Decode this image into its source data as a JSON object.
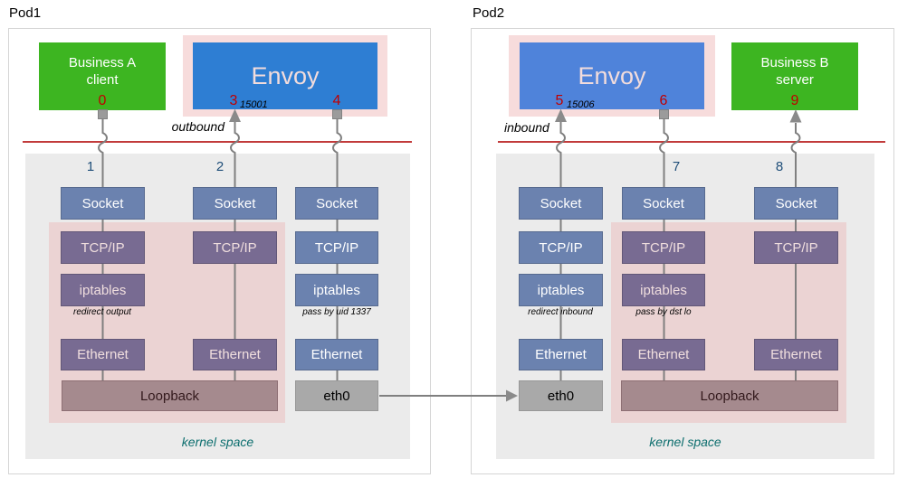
{
  "colors": {
    "green": "#3db521",
    "envoy_blue_1": "#2e7ed3",
    "envoy_blue_2": "#4f83da",
    "blue_gray": "#6b82af",
    "purple": "#786b92",
    "pink_panel": "#f7dcdc",
    "pink_kernel": "#ebd3d3",
    "loopback": "#a58a8e",
    "eth0_gray": "#a9a9a9",
    "kernel_bg": "#ebebeb",
    "red_number": "#c00000",
    "blue_number": "#1f4e79",
    "teal_text": "#0c6e6e",
    "divider_red": "#c23b3b",
    "connector": "#7f7f7f",
    "pod_border": "#d5d5d5"
  },
  "shared": {
    "socket": "Socket",
    "tcp_ip": "TCP/IP",
    "iptables": "iptables",
    "ethernet": "Ethernet",
    "loopback": "Loopback",
    "eth0": "eth0",
    "kernel_space": "kernel space",
    "envoy": "Envoy"
  },
  "pod1": {
    "title": "Pod1",
    "client_line1": "Business A",
    "client_line2": "client",
    "client_num": "0",
    "envoy_num_left": "3",
    "envoy_port": "15001",
    "envoy_num_right": "4",
    "direction_label": "outbound",
    "step1": "1",
    "step2": "2",
    "note_col1": "redirect output",
    "note_col3": "pass by uid 1337"
  },
  "pod2": {
    "title": "Pod2",
    "envoy_num_left": "5",
    "envoy_port": "15006",
    "envoy_num_right": "6",
    "server_line1": "Business B",
    "server_line2": "server",
    "server_num": "9",
    "direction_label": "inbound",
    "step1": "7",
    "step2": "8",
    "note_col1": "redirect inbound",
    "note_col2": "pass by dst lo"
  }
}
